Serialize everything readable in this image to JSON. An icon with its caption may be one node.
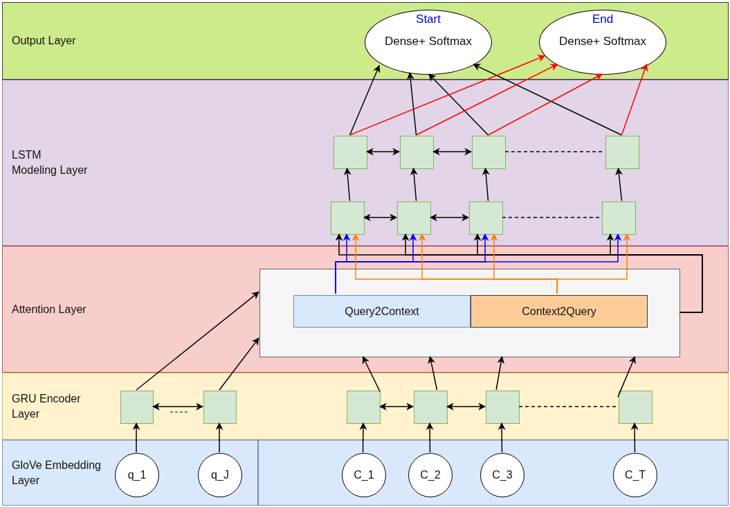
{
  "diagram": {
    "nodes": [
      {
        "text": [
          "Output Layer"
        ]
      },
      {
        "text": [
          "LSTM Modeling Layer"
        ]
      },
      {
        "text": [
          "Attention Layer"
        ]
      },
      {
        "text": [
          "GRU Encoder Layer"
        ]
      },
      {
        "text": [
          "GloVe Embedding Layer"
        ]
      },
      {
        "text": [],
        "shape": "box"
      },
      {
        "text": [
          "Start",
          "Dense+ Softmax"
        ],
        "in": 0
      },
      {
        "text": [
          "End",
          "Dense+ Softmax"
        ],
        "in": 0
      },
      {
        "text": [],
        "shape": "box",
        "in": 1
      },
      {
        "text": [],
        "shape": "box",
        "in": 1
      },
      {
        "text": [],
        "shape": "box",
        "in": 1
      },
      {
        "text": [],
        "shape": "box",
        "in": 1
      },
      {
        "text": [],
        "shape": "box",
        "in": 1
      },
      {
        "text": [],
        "shape": "box",
        "in": 1
      },
      {
        "text": [],
        "shape": "box",
        "in": 1
      },
      {
        "text": [],
        "shape": "box",
        "in": 1
      },
      {
        "text": [],
        "shape": "box",
        "in": 2
      },
      {
        "text": [
          "Query2Context"
        ],
        "in": 16
      },
      {
        "text": [
          "Context2Query"
        ],
        "in": 16
      },
      {
        "text": [],
        "shape": "box",
        "in": 3
      },
      {
        "text": [],
        "shape": "box",
        "in": 3
      },
      {
        "text": [],
        "shape": "box",
        "in": 3
      },
      {
        "text": [],
        "shape": "box",
        "in": 3
      },
      {
        "text": [],
        "shape": "box",
        "in": 3
      },
      {
        "text": [],
        "shape": "box",
        "in": 3
      },
      {
        "text": [
          "q_1"
        ],
        "in": 4
      },
      {
        "text": [
          "q_J"
        ],
        "in": 4
      },
      {
        "text": [
          "C_1"
        ],
        "in": 5
      },
      {
        "text": [
          "C_2"
        ],
        "in": 5
      },
      {
        "text": [
          "C_3"
        ],
        "in": 5
      },
      {
        "text": [
          "C_T"
        ],
        "in": 5
      }
    ],
    "edges": [
      {
        "from": 25,
        "to": 19,
        "arrow": "to"
      },
      {
        "from": 26,
        "to": 20,
        "arrow": "to"
      },
      {
        "from": 27,
        "to": 21,
        "arrow": "to"
      },
      {
        "from": 28,
        "to": 22,
        "arrow": "to"
      },
      {
        "from": 29,
        "to": 23,
        "arrow": "to"
      },
      {
        "from": 30,
        "to": 24,
        "arrow": "to"
      },
      {
        "from": 19,
        "to": 20,
        "arrow": "both"
      },
      {
        "from": 21,
        "to": 22,
        "arrow": "both"
      },
      {
        "from": 22,
        "to": 23,
        "arrow": "both"
      },
      {
        "from": 23,
        "to": 24,
        "arrow": "none",
        "style": "dashed"
      },
      {
        "from": 19,
        "to": 16,
        "arrow": "to"
      },
      {
        "from": 20,
        "to": 16,
        "arrow": "to"
      },
      {
        "from": 21,
        "to": 16,
        "arrow": "to"
      },
      {
        "from": 22,
        "to": 16,
        "arrow": "to"
      },
      {
        "from": 23,
        "to": 16,
        "arrow": "to"
      },
      {
        "from": 24,
        "to": 16,
        "arrow": "to"
      },
      {
        "from": 16,
        "to": 12,
        "arrow": "to"
      },
      {
        "from": 16,
        "to": 13,
        "arrow": "to"
      },
      {
        "from": 16,
        "to": 14,
        "arrow": "to"
      },
      {
        "from": 16,
        "to": 15,
        "arrow": "to"
      },
      {
        "from": 17,
        "to": 12,
        "arrow": "to",
        "color": "#0000ff"
      },
      {
        "from": 17,
        "to": 13,
        "arrow": "to",
        "color": "#0000ff"
      },
      {
        "from": 17,
        "to": 14,
        "arrow": "to",
        "color": "#0000ff"
      },
      {
        "from": 17,
        "to": 15,
        "arrow": "to",
        "color": "#0000ff"
      },
      {
        "from": 18,
        "to": 12,
        "arrow": "to",
        "color": "#ff8000"
      },
      {
        "from": 18,
        "to": 13,
        "arrow": "to",
        "color": "#ff8000"
      },
      {
        "from": 18,
        "to": 14,
        "arrow": "to",
        "color": "#ff8000"
      },
      {
        "from": 18,
        "to": 15,
        "arrow": "to",
        "color": "#ff8000"
      },
      {
        "from": 12,
        "to": 13,
        "arrow": "both"
      },
      {
        "from": 13,
        "to": 14,
        "arrow": "both"
      },
      {
        "from": 14,
        "to": 15,
        "arrow": "none",
        "style": "dashed"
      },
      {
        "from": 12,
        "to": 8,
        "arrow": "to"
      },
      {
        "from": 13,
        "to": 9,
        "arrow": "to"
      },
      {
        "from": 14,
        "to": 10,
        "arrow": "to"
      },
      {
        "from": 15,
        "to": 11,
        "arrow": "to"
      },
      {
        "from": 8,
        "to": 9,
        "arrow": "both"
      },
      {
        "from": 9,
        "to": 10,
        "arrow": "both"
      },
      {
        "from": 10,
        "to": 11,
        "arrow": "none",
        "style": "dashed"
      },
      {
        "from": 8,
        "to": 6,
        "arrow": "to"
      },
      {
        "from": 9,
        "to": 6,
        "arrow": "to"
      },
      {
        "from": 10,
        "to": 6,
        "arrow": "to"
      },
      {
        "from": 11,
        "to": 6,
        "arrow": "to"
      },
      {
        "from": 8,
        "to": 7,
        "arrow": "to",
        "color": "#ff0000"
      },
      {
        "from": 9,
        "to": 7,
        "arrow": "to",
        "color": "#ff0000"
      },
      {
        "from": 10,
        "to": 7,
        "arrow": "to",
        "color": "#ff0000"
      },
      {
        "from": 11,
        "to": 7,
        "arrow": "to",
        "color": "#ff0000"
      }
    ]
  }
}
